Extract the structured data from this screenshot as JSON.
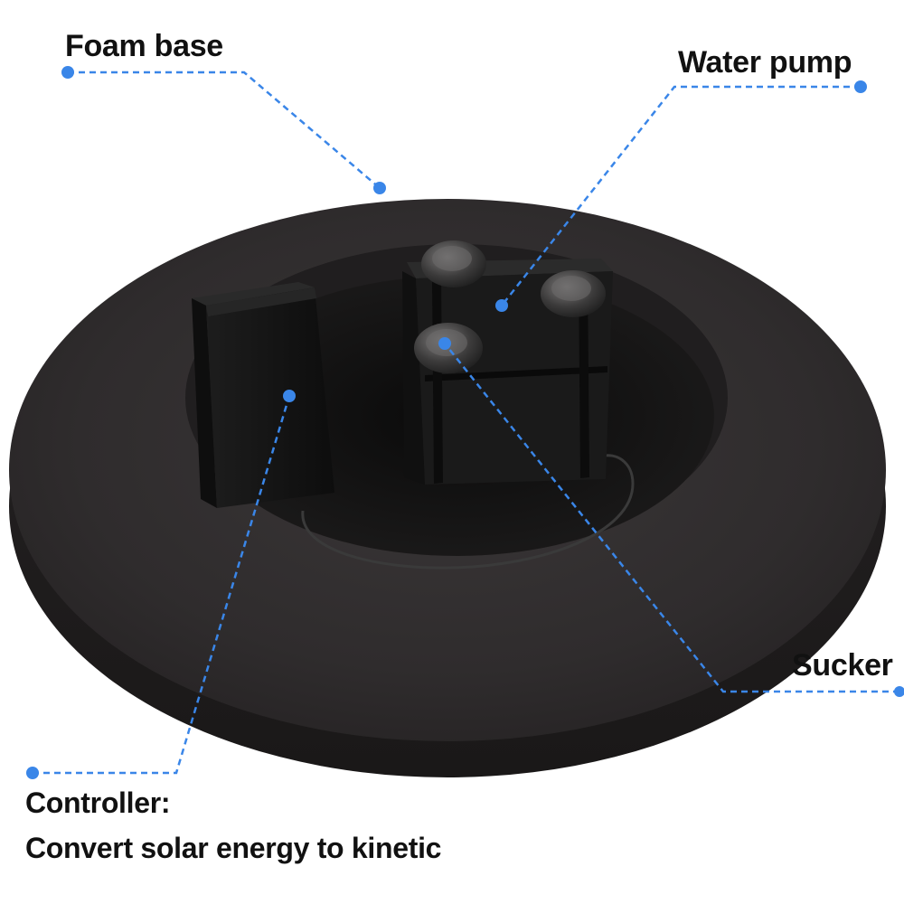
{
  "colors": {
    "callout": "#3a86e8",
    "foam": "#2f2c2d",
    "device": "#141414",
    "text": "#111111"
  },
  "callouts": {
    "foam_base": "Foam base",
    "water_pump": "Water pump",
    "sucker": "Sucker",
    "controller_title": "Controller:",
    "controller_desc": "Convert solar energy to kinetic"
  }
}
